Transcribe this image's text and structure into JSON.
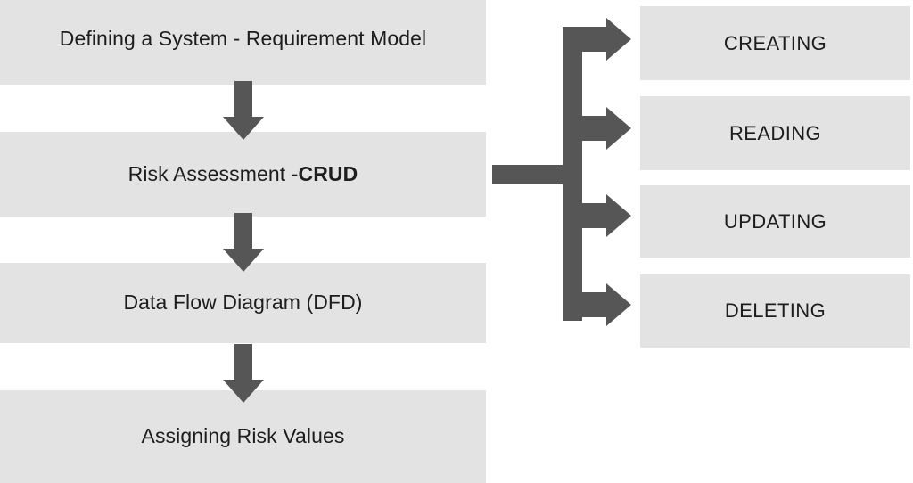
{
  "diagram": {
    "title": "Risk assessment process flow with CRUD operations",
    "background_color": "#ffffff",
    "box_fill_color": "#e3e3e3",
    "arrow_color": "#565656",
    "text_color": "#1d1d1d"
  },
  "process_flow": {
    "steps": [
      {
        "label": "Defining a System - Requirement Model",
        "label_plain": "Defining a System - Requirement Model",
        "emphasis": ""
      },
      {
        "label": "Risk Assessment - ",
        "label_plain": "Risk Assessment - CRUD",
        "emphasis": "CRUD"
      },
      {
        "label": "Data Flow Diagram (DFD)",
        "label_plain": "Data Flow Diagram (DFD)",
        "emphasis": ""
      },
      {
        "label": "Assigning Risk Values",
        "label_plain": "Assigning Risk Values",
        "emphasis": ""
      }
    ],
    "connectors": [
      {
        "icon": "down-arrow-icon"
      },
      {
        "icon": "down-arrow-icon"
      },
      {
        "icon": "down-arrow-icon"
      }
    ]
  },
  "crud_expansion": {
    "source_step": "Risk Assessment - CRUD",
    "bracket_icon": "fan-out-bracket-icon",
    "operations": [
      {
        "label": "CREATING"
      },
      {
        "label": "READING"
      },
      {
        "label": "UPDATING"
      },
      {
        "label": "DELETING"
      }
    ]
  }
}
